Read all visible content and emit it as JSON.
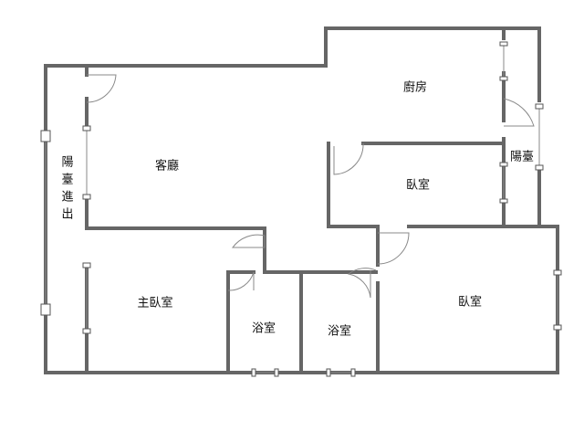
{
  "rooms": {
    "living_room": "客廳",
    "kitchen": "廚房",
    "bedroom_upper": "臥室",
    "balcony_right": "陽臺",
    "balcony_access": "陽臺進出",
    "master_bedroom": "主臥室",
    "bathroom_left": "浴室",
    "bathroom_right": "浴室",
    "bedroom_lower": "臥室"
  },
  "colors": {
    "wall": "#666666",
    "background": "#ffffff"
  }
}
